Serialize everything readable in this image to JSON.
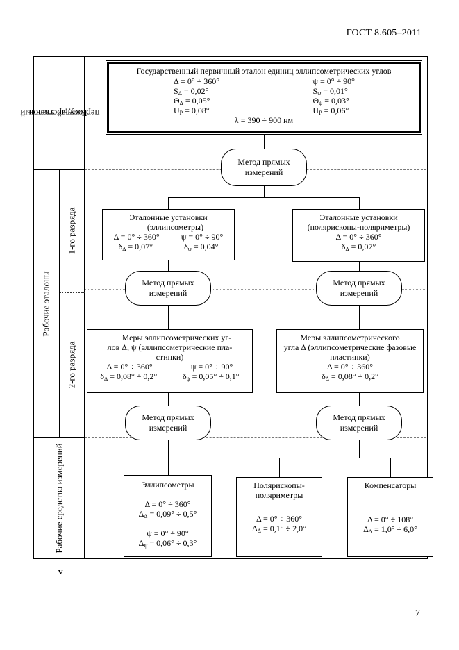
{
  "header": "ГОСТ 8.605–2011",
  "page_number": "7",
  "footnote_mark": "v",
  "side_labels": {
    "primary": [
      "Государственный",
      "первичный эталон"
    ],
    "working": "Рабочие эталоны",
    "rank1": "1-го разряда",
    "rank2": "2-го разряда",
    "instruments": "Рабочие средства измерений"
  },
  "primary_standard": {
    "title": "Государственный первичный эталон единиц эллипсометрических углов",
    "left": [
      "Δ = 0° ÷ 360°",
      "S",
      "Θ",
      "U"
    ],
    "left_sub": [
      "",
      "Δ",
      "Δ",
      "P"
    ],
    "left_val": [
      "",
      " = 0,02°",
      " = 0,05°",
      " = 0,08°"
    ],
    "right": [
      "ψ = 0° ÷ 90°",
      "S",
      "Θ",
      "U"
    ],
    "right_sub": [
      "",
      "ψ",
      "ψ",
      "P"
    ],
    "right_val": [
      "",
      " = 0,01°",
      " = 0,03°",
      " = 0,06°"
    ],
    "lambda": "λ = 390 ÷ 900 нм"
  },
  "method_label": [
    "Метод прямых",
    "измерений"
  ],
  "rank1_left": {
    "lines": [
      "Эталонные установки",
      "(эллипсометры)"
    ],
    "row1": [
      "Δ = 0° ÷ 360°",
      "ψ = 0° ÷ 90°"
    ],
    "row2_sym": [
      "δ",
      "δ"
    ],
    "row2_sub": [
      "Δ",
      "ψ"
    ],
    "row2_val": [
      " = 0,07°",
      " = 0,04°"
    ]
  },
  "rank1_right": {
    "lines": [
      "Эталонные установки",
      "(поляриско­пы-поляриметры)"
    ],
    "row1": "Δ = 0° ÷ 360°",
    "row2_sym": "δ",
    "row2_sub": "Δ",
    "row2_val": " = 0,07°"
  },
  "rank2_left": {
    "lines": [
      "Меры эллипсометрических уг-",
      "лов Δ, ψ (эллипсометрические пла-",
      "стинки)"
    ],
    "row1": [
      "Δ = 0° ÷ 360°",
      "ψ = 0° ÷ 90°"
    ],
    "row2_sym": [
      "δ",
      "δ"
    ],
    "row2_sub": [
      "Δ",
      "ψ"
    ],
    "row2_val": [
      " = 0,08° ÷ 0,2°",
      " = 0,05° ÷ 0,1°"
    ]
  },
  "rank2_right": {
    "lines": [
      "Меры эллипсометрического",
      "угла Δ (эллипсометрические фазовые",
      "пластинки)"
    ],
    "row1": "Δ = 0° ÷ 360°",
    "row2_sym": "δ",
    "row2_sub": "Δ",
    "row2_val": " = 0,08° ÷ 0,2°"
  },
  "instr_ellips": {
    "title": "Эллипсометры",
    "d1": "Δ = 0° ÷ 360°",
    "d2_sym": "Δ",
    "d2_sub": "Δ",
    "d2_val": " = 0,09° ÷ 0,5°",
    "p1": "ψ = 0° ÷ 90°",
    "p2_sym": "Δ",
    "p2_sub": "ψ",
    "p2_val": " = 0,06° ÷ 0,3°"
  },
  "instr_polar": {
    "title": [
      "Полярископы-",
      "поляриметры"
    ],
    "d1": "Δ = 0° ÷ 360°",
    "d2_sym": "Δ",
    "d2_sub": "Δ",
    "d2_val": " = 0,1° ÷ 2,0°"
  },
  "instr_comp": {
    "title": "Компенсаторы",
    "d1": "Δ = 0° ÷ 108°",
    "d2_sym": "Δ",
    "d2_sub": "Δ",
    "d2_val": " = 1,0° ÷ 6,0°"
  }
}
